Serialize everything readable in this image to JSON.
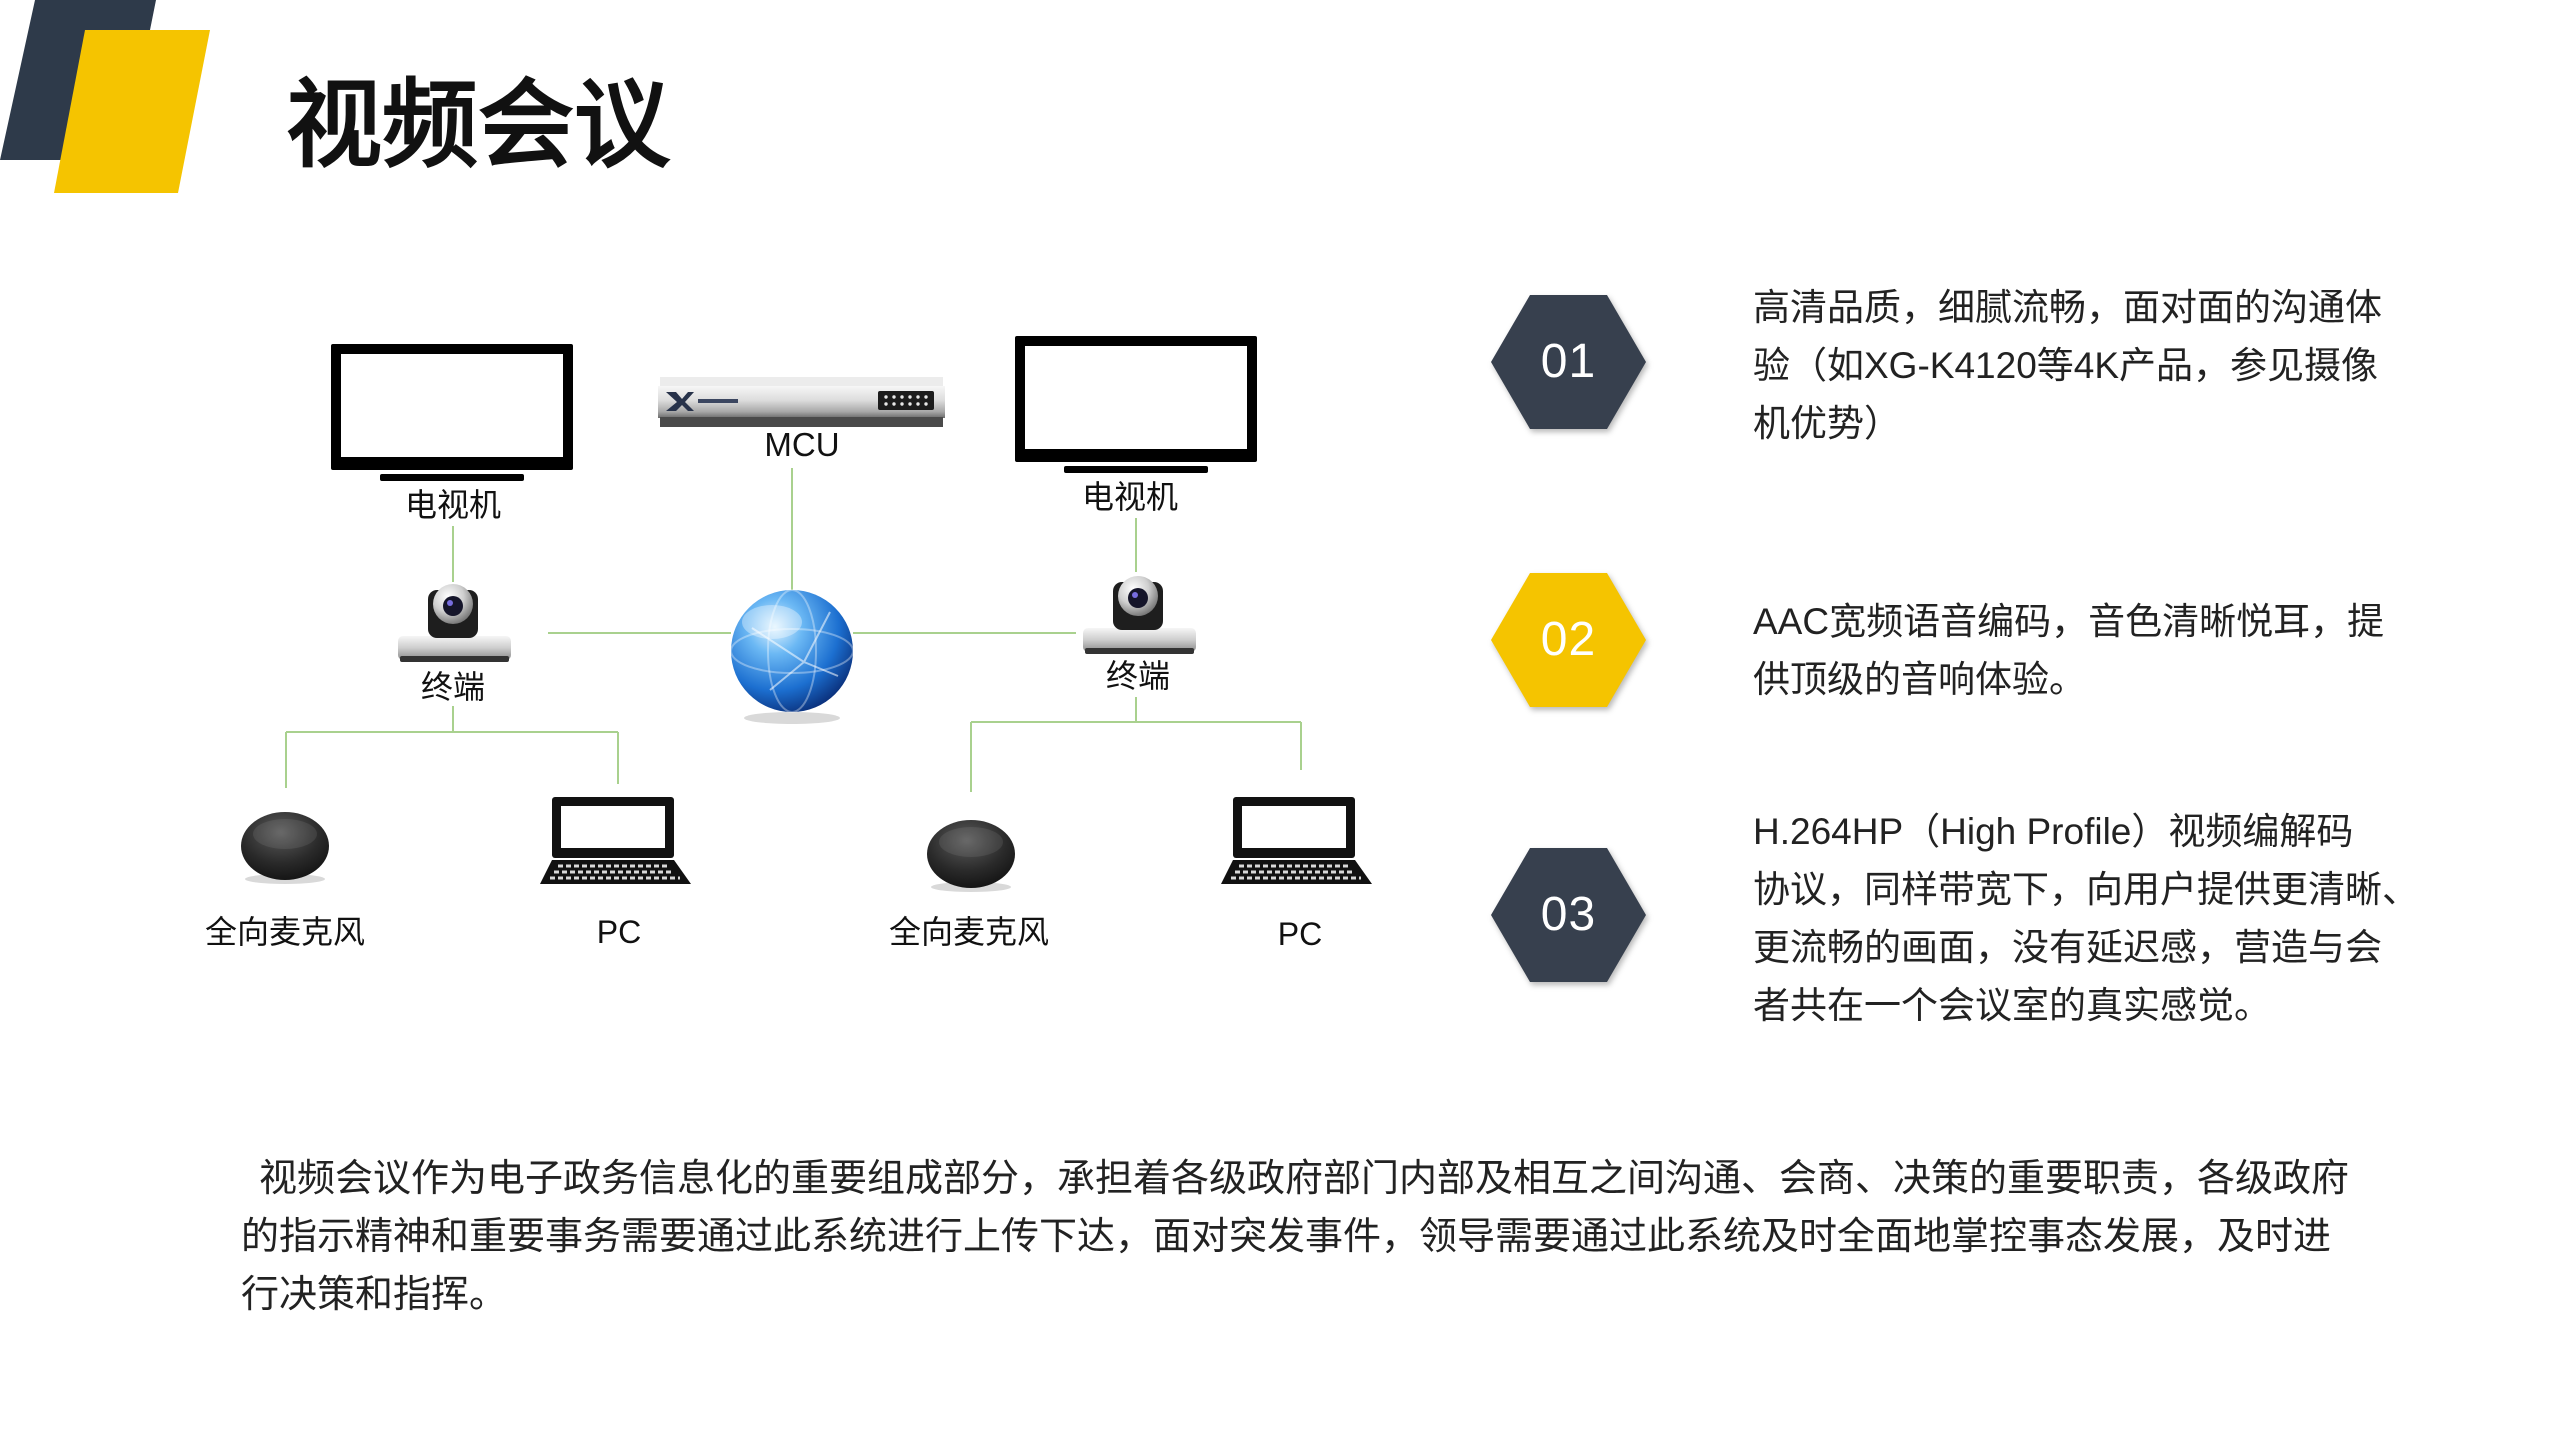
{
  "title": "视频会议",
  "theme": {
    "dark": "#2e3a4a",
    "yellow": "#f5c400",
    "line": "#a9d18e",
    "text": "#222222"
  },
  "diagram": {
    "tv_left": "电视机",
    "mcu": "MCU",
    "tv_right": "电视机",
    "terminal_left": "终端",
    "terminal_right": "终端",
    "mic_left": "全向麦克风",
    "pc_left": "PC",
    "mic_right": "全向麦克风",
    "pc_right": "PC"
  },
  "features": [
    {
      "number": "01",
      "color": "#37404e",
      "lines": [
        "高清品质，细腻流畅，面对面的沟通体",
        "验（如XG-K4120等4K产品，参见摄像",
        "机优势）"
      ]
    },
    {
      "number": "02",
      "color": "#f5c400",
      "lines": [
        "AAC宽频语音编码，音色清晰悦耳，提",
        "供顶级的音响体验。"
      ]
    },
    {
      "number": "03",
      "color": "#37404e",
      "lines": [
        "H.264HP（High Profile）视频编解码",
        "协议，同样带宽下，向用户提供更清晰、",
        "更流畅的画面，没有延迟感，营造与会",
        "者共在一个会议室的真实感觉。"
      ]
    }
  ],
  "summary": {
    "lines": [
      "视频会议作为电子政务信息化的重要组成部分，承担着各级政府部门内部及相互之间沟通、会商、决策的重要职责，各级政府",
      "的指示精神和重要事务需要通过此系统进行上传下达，面对突发事件，领导需要通过此系统及时全面地掌控事态发展，及时进",
      "行决策和指挥。"
    ]
  }
}
